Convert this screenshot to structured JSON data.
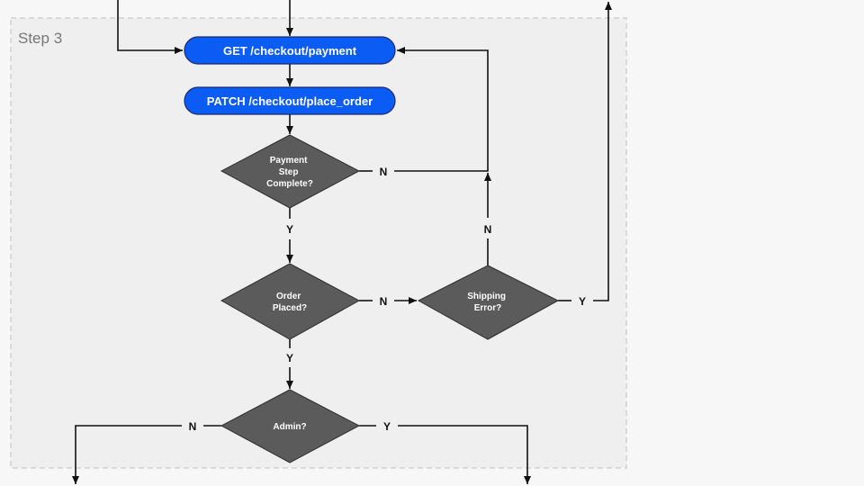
{
  "step": {
    "label": "Step 3"
  },
  "colors": {
    "process_fill": "#0a5cf5",
    "process_stroke": "#1d2b6e",
    "decision_fill": "#5b5b5b",
    "decision_stroke": "#2f2f2f",
    "region_fill": "#efefef",
    "region_stroke": "#d2d2d2"
  },
  "nodes": {
    "get_payment": {
      "label": "GET /checkout/payment"
    },
    "patch_place_order": {
      "label": "PATCH /checkout/place_order"
    },
    "payment_step_complete": {
      "lines": [
        "Payment",
        "Step",
        "Complete?"
      ]
    },
    "order_placed": {
      "lines": [
        "Order",
        "Placed?"
      ]
    },
    "shipping_error": {
      "lines": [
        "Shipping",
        "Error?"
      ]
    },
    "admin": {
      "lines": [
        "Admin?"
      ]
    }
  },
  "edges": {
    "payment_complete_no": {
      "label": "N"
    },
    "payment_complete_yes": {
      "label": "Y"
    },
    "order_placed_no": {
      "label": "N"
    },
    "order_placed_yes": {
      "label": "Y"
    },
    "shipping_error_no": {
      "label": "N"
    },
    "shipping_error_yes": {
      "label": "Y"
    },
    "admin_no": {
      "label": "N"
    },
    "admin_yes": {
      "label": "Y"
    }
  }
}
